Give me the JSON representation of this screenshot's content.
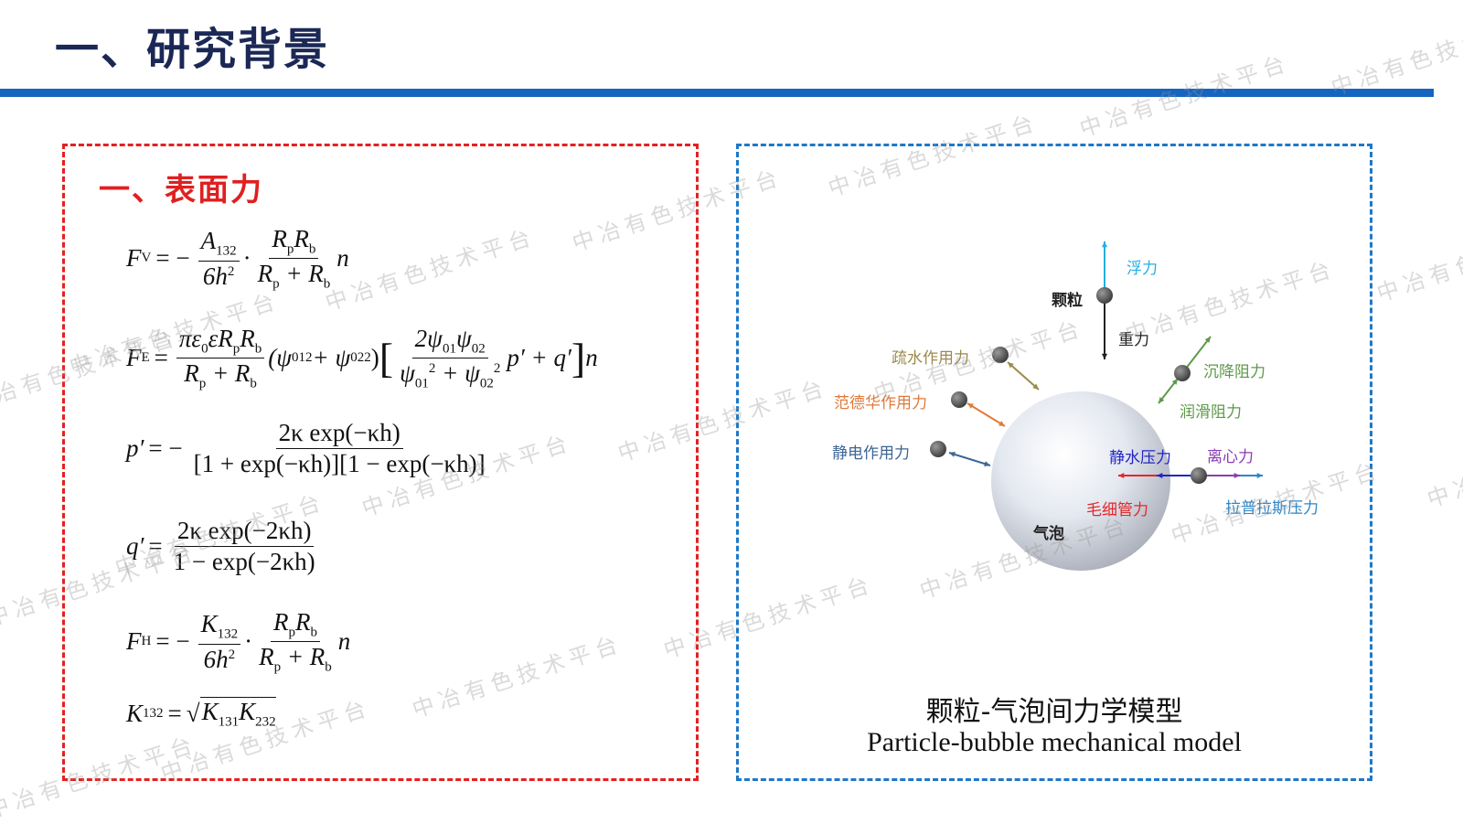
{
  "header": {
    "title": "一、研究背景"
  },
  "left_panel": {
    "section_title": "一、表面力",
    "formulas": {
      "fv": {
        "lhs": "F",
        "lhs_sub": "V",
        "eq": "= −",
        "a": "A",
        "a_sub": "132",
        "b": "6h",
        "b_sup": "2",
        "dot": "·",
        "num": "R",
        "num_s1": "p",
        "num2": "R",
        "num_s2": "b",
        "den": "R",
        "den_s1": "p",
        "den_plus": " + R",
        "den_s2": "b",
        "vec": "n"
      },
      "fe": {
        "lhs": "F",
        "lhs_sub": "E",
        "eq": "=",
        "num": "πε",
        "num_s0": "0",
        "num_b": "εR",
        "num_s1": "p",
        "num_c": "R",
        "num_s2": "b",
        "den": "R",
        "den_s1": "p",
        "den_plus": " + R",
        "den_s2": "b",
        "paren": "(ψ",
        "p01": "01",
        "sq": "2",
        "plus": " + ψ",
        "p02": "02",
        "close": ")",
        "in_num": "2ψ",
        "in_num_s1": "01",
        "in_num_b": "ψ",
        "in_num_s2": "02",
        "in_den": "ψ",
        "in_den_plus": " + ψ",
        "tail": "p′ + q′",
        "vec": "n"
      },
      "p": {
        "lhs": "p′",
        "eq": "= −",
        "num": "2κ exp(−κh)",
        "den": "[1 + exp(−κh)][1 − exp(−κh)]"
      },
      "q": {
        "lhs": "q′",
        "eq": "=",
        "num": "2κ exp(−2κh)",
        "den": "1 − exp(−2κh)"
      },
      "fh": {
        "lhs": "F",
        "lhs_sub": "H",
        "eq": "= −",
        "a": "K",
        "a_sub": "132",
        "b": "6h",
        "b_sup": "2",
        "dot": "·",
        "num": "R",
        "num_s1": "p",
        "num2": "R",
        "num_s2": "b",
        "den": "R",
        "den_s1": "p",
        "den_plus": " + R",
        "den_s2": "b",
        "vec": "n"
      },
      "k": {
        "lhs": "K",
        "lhs_sub": "132",
        "eq": "=",
        "root": "√",
        "k1": "K",
        "k1_sub": "131",
        "k2": "K",
        "k2_sub": "232"
      }
    }
  },
  "right_panel": {
    "labels": {
      "particle": "颗粒",
      "buoyancy": "浮力",
      "gravity": "重力",
      "hydrophobic": "疏水作用力",
      "van_der_waals": "范德华作用力",
      "electrostatic": "静电作用力",
      "settling_drag": "沉降阻力",
      "lubrication_drag": "润滑阻力",
      "hydrostatic": "静水压力",
      "centrifugal": "离心力",
      "capillary": "毛细管力",
      "laplace": "拉普拉斯压力",
      "bubble": "气泡"
    },
    "colors": {
      "buoyancy": "#27aee0",
      "gravity": "#222222",
      "hydrophobic": "#9c8a4c",
      "van_der_waals": "#e07a3c",
      "electrostatic": "#3d6694",
      "drag": "#5c9a48",
      "hydrostatic": "#2424c8",
      "centrifugal": "#8a3cb4",
      "capillary": "#e42828",
      "laplace": "#2e86c8"
    },
    "caption_cn": "颗粒-气泡间力学模型",
    "caption_en": "Particle-bubble mechanical model"
  },
  "watermark": "中冶有色技术平台"
}
